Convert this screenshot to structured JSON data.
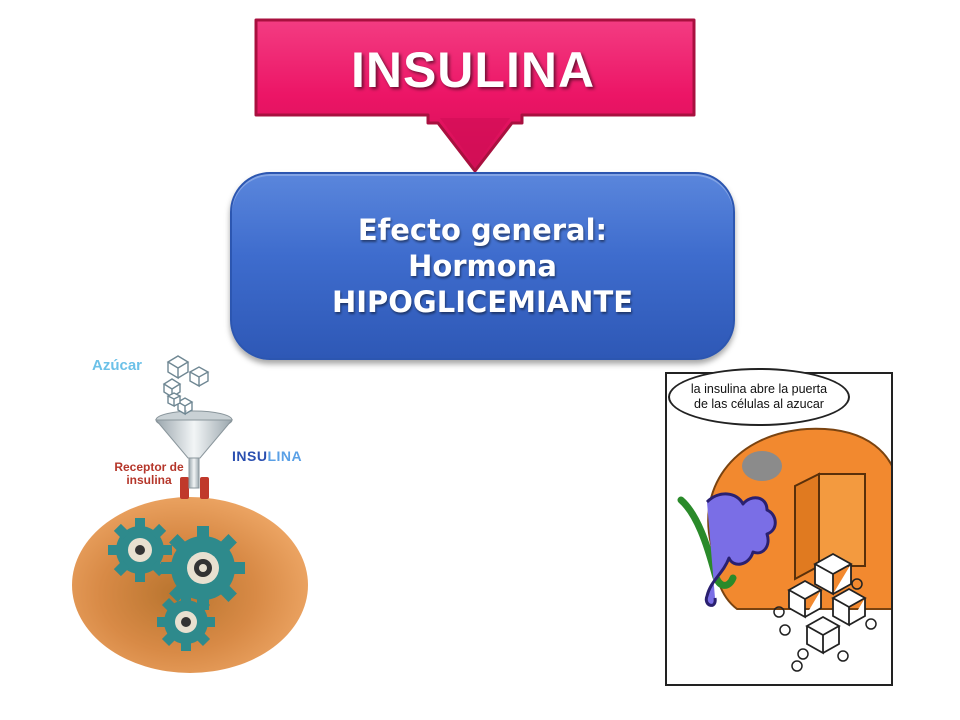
{
  "title": "INSULINA",
  "effect_box": {
    "lines": [
      "Efecto general:",
      "Hormona",
      "HIPOGLICEMIANTE"
    ]
  },
  "left_illustration": {
    "sugar_label": "Azúcar",
    "receptor_label": "Receptor de insulina",
    "insulin_label_part1": "INSU",
    "insulin_label_part2": "LINA"
  },
  "cartoon": {
    "caption_line1": "la insulina abre la puerta",
    "caption_line2": "de las células al azucar"
  },
  "colors": {
    "title_fill": "#ec1566",
    "title_border": "#a8103f",
    "box_blue": "#3e6ccd",
    "cell_orange": "#e89a52",
    "gear_teal": "#2e8a8c",
    "cartoon_orange": "#f2892f",
    "cartoon_green": "#2a8a2a",
    "cartoon_blue": "#7a6ee6"
  }
}
